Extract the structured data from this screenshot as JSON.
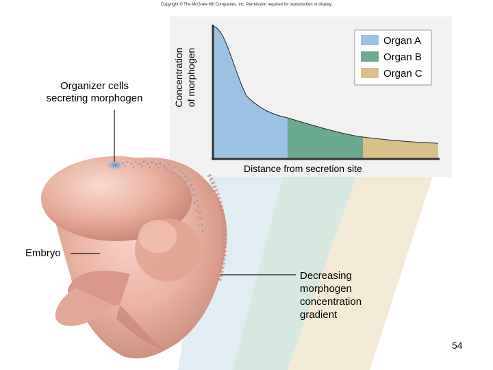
{
  "copyright": "Copyright © The McGraw-Hill Companies, Inc. Permission required for reproduction or display.",
  "labels": {
    "organizer": "Organizer cells\nsecreting morphogen",
    "embryo": "Embryo",
    "gradient": "Decreasing\nmorphogen\nconcentration\ngradient"
  },
  "chart": {
    "ylabel": "Concentration\nof morphogen",
    "xlabel": "Distance from secretion site",
    "legend": [
      {
        "name": "Organ A",
        "color": "#9cc3e4"
      },
      {
        "name": "Organ B",
        "color": "#6aaa8f"
      },
      {
        "name": "Organ C",
        "color": "#d9c089"
      }
    ]
  },
  "colors": {
    "embryo_skin": "#e8b2a0",
    "embryo_shadow": "#c98a7a",
    "morphogen_dots": "#7f9cc0",
    "organizer_spot": "#5b9bd5",
    "chart_panel": "#f1f1f1"
  },
  "page_number": "54"
}
